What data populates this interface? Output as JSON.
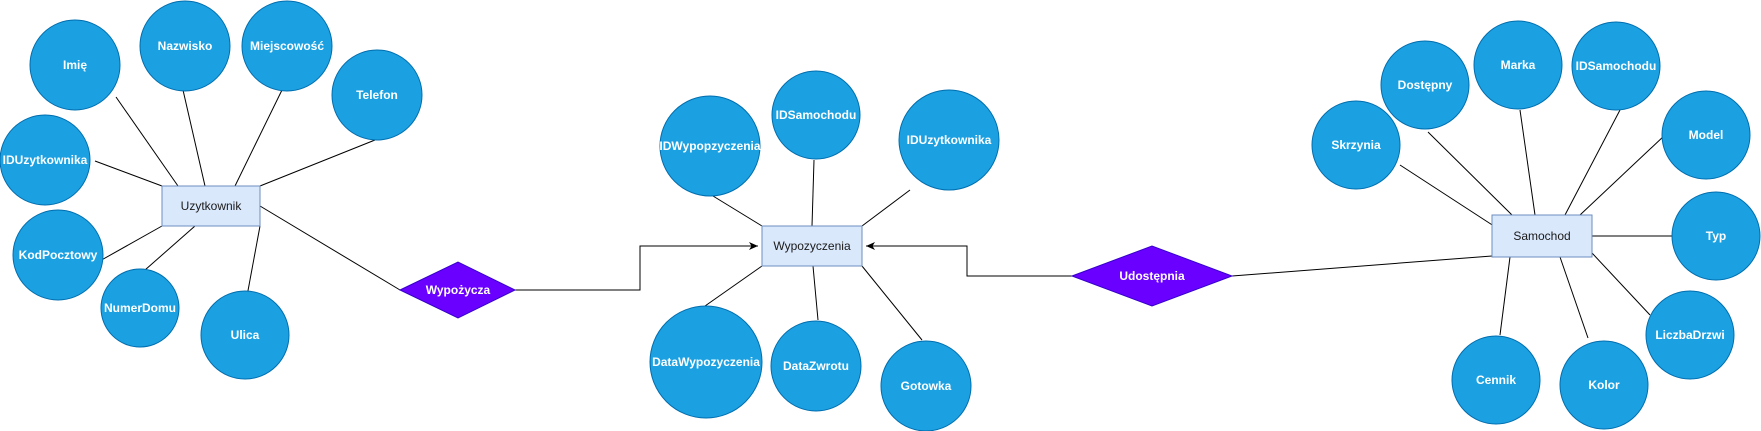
{
  "entities": [
    {
      "id": "uzytkownik",
      "label": "Uzytkownik"
    },
    {
      "id": "wypozyczenia",
      "label": "Wypozyczenia"
    },
    {
      "id": "samochod",
      "label": "Samochod"
    }
  ],
  "relationships": [
    {
      "id": "wypozycza",
      "label": "Wypożycza",
      "color": "#6a00ff"
    },
    {
      "id": "udostepnia",
      "label": "Udostępnia",
      "color": "#6a00ff"
    }
  ],
  "attributes": [
    {
      "entity": "uzytkownik",
      "label": "Imię"
    },
    {
      "entity": "uzytkownik",
      "label": "Nazwisko"
    },
    {
      "entity": "uzytkownik",
      "label": "Miejscowość"
    },
    {
      "entity": "uzytkownik",
      "label": "Telefon"
    },
    {
      "entity": "uzytkownik",
      "label": "IDUzytkownika"
    },
    {
      "entity": "uzytkownik",
      "label": "KodPocztowy"
    },
    {
      "entity": "uzytkownik",
      "label": "NumerDomu"
    },
    {
      "entity": "uzytkownik",
      "label": "Ulica"
    },
    {
      "entity": "wypozyczenia",
      "label": "IDWypopzyczenia"
    },
    {
      "entity": "wypozyczenia",
      "label": "IDSamochodu"
    },
    {
      "entity": "wypozyczenia",
      "label": "IDUzytkownika"
    },
    {
      "entity": "wypozyczenia",
      "label": "DataWypozyczenia"
    },
    {
      "entity": "wypozyczenia",
      "label": "DataZwrotu"
    },
    {
      "entity": "wypozyczenia",
      "label": "Gotowka"
    },
    {
      "entity": "samochod",
      "label": "Dostępny"
    },
    {
      "entity": "samochod",
      "label": "Marka"
    },
    {
      "entity": "samochod",
      "label": "IDSamochodu"
    },
    {
      "entity": "samochod",
      "label": "Skrzynia"
    },
    {
      "entity": "samochod",
      "label": "Model"
    },
    {
      "entity": "samochod",
      "label": "Typ"
    },
    {
      "entity": "samochod",
      "label": "LiczbaDrzwi"
    },
    {
      "entity": "samochod",
      "label": "Cennik"
    },
    {
      "entity": "samochod",
      "label": "Kolor"
    }
  ],
  "colors": {
    "attribute_fill": "#1ba1e2",
    "entity_fill": "#dae8fc",
    "relationship_fill": "#6a00ff"
  }
}
